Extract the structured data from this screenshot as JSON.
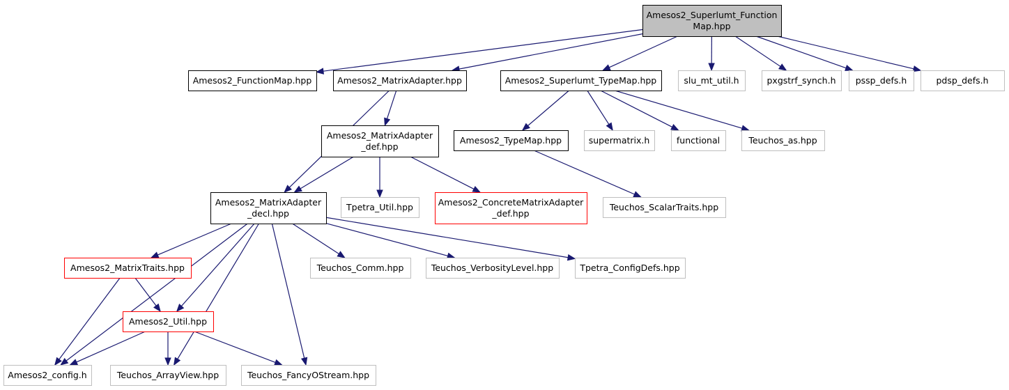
{
  "title": "",
  "colors": {
    "edge": "#191970",
    "root_fill": "#bfbfbf",
    "documented_border": "#000000",
    "incomplete_border": "#ff0000",
    "external_border": "#bfbfbf"
  },
  "nodes": [
    {
      "id": "root",
      "lines": [
        "Amesos2_Superlumt_Function",
        "Map.hpp"
      ],
      "kind": "root"
    },
    {
      "id": "functionmap",
      "lines": [
        "Amesos2_FunctionMap.hpp"
      ],
      "kind": "documented"
    },
    {
      "id": "matrixadapter",
      "lines": [
        "Amesos2_MatrixAdapter.hpp"
      ],
      "kind": "documented"
    },
    {
      "id": "superlumt_typemap",
      "lines": [
        "Amesos2_Superlumt_TypeMap.hpp"
      ],
      "kind": "documented"
    },
    {
      "id": "slu_mt_util",
      "lines": [
        "slu_mt_util.h"
      ],
      "kind": "external"
    },
    {
      "id": "pxgstrf_synch",
      "lines": [
        "pxgstrf_synch.h"
      ],
      "kind": "external"
    },
    {
      "id": "pssp_defs",
      "lines": [
        "pssp_defs.h"
      ],
      "kind": "external"
    },
    {
      "id": "pdsp_defs",
      "lines": [
        "pdsp_defs.h"
      ],
      "kind": "external"
    },
    {
      "id": "matrixadapter_def",
      "lines": [
        "Amesos2_MatrixAdapter",
        "_def.hpp"
      ],
      "kind": "documented"
    },
    {
      "id": "typemap",
      "lines": [
        "Amesos2_TypeMap.hpp"
      ],
      "kind": "documented"
    },
    {
      "id": "supermatrix",
      "lines": [
        "supermatrix.h"
      ],
      "kind": "external"
    },
    {
      "id": "functional",
      "lines": [
        "functional"
      ],
      "kind": "external"
    },
    {
      "id": "teuchos_as",
      "lines": [
        "Teuchos_as.hpp"
      ],
      "kind": "external"
    },
    {
      "id": "matrixadapter_decl",
      "lines": [
        "Amesos2_MatrixAdapter",
        "_decl.hpp"
      ],
      "kind": "documented"
    },
    {
      "id": "tpetra_util",
      "lines": [
        "Tpetra_Util.hpp"
      ],
      "kind": "external"
    },
    {
      "id": "concrete_def",
      "lines": [
        "Amesos2_ConcreteMatrixAdapter",
        "_def.hpp"
      ],
      "kind": "incomplete"
    },
    {
      "id": "scalartraits",
      "lines": [
        "Teuchos_ScalarTraits.hpp"
      ],
      "kind": "external"
    },
    {
      "id": "matrixtraits",
      "lines": [
        "Amesos2_MatrixTraits.hpp"
      ],
      "kind": "incomplete"
    },
    {
      "id": "teuchos_comm",
      "lines": [
        "Teuchos_Comm.hpp"
      ],
      "kind": "external"
    },
    {
      "id": "verbosity",
      "lines": [
        "Teuchos_VerbosityLevel.hpp"
      ],
      "kind": "external"
    },
    {
      "id": "configdefs",
      "lines": [
        "Tpetra_ConfigDefs.hpp"
      ],
      "kind": "external"
    },
    {
      "id": "util",
      "lines": [
        "Amesos2_Util.hpp"
      ],
      "kind": "incomplete"
    },
    {
      "id": "config",
      "lines": [
        "Amesos2_config.h"
      ],
      "kind": "external"
    },
    {
      "id": "arrayview",
      "lines": [
        "Teuchos_ArrayView.hpp"
      ],
      "kind": "external"
    },
    {
      "id": "fancyostream",
      "lines": [
        "Teuchos_FancyOStream.hpp"
      ],
      "kind": "external"
    }
  ],
  "edges": [
    {
      "from": "root",
      "to": "functionmap"
    },
    {
      "from": "root",
      "to": "matrixadapter"
    },
    {
      "from": "root",
      "to": "superlumt_typemap"
    },
    {
      "from": "root",
      "to": "slu_mt_util"
    },
    {
      "from": "root",
      "to": "pxgstrf_synch"
    },
    {
      "from": "root",
      "to": "pssp_defs"
    },
    {
      "from": "root",
      "to": "pdsp_defs"
    },
    {
      "from": "matrixadapter",
      "to": "matrixadapter_def"
    },
    {
      "from": "matrixadapter",
      "to": "matrixadapter_decl"
    },
    {
      "from": "superlumt_typemap",
      "to": "typemap"
    },
    {
      "from": "superlumt_typemap",
      "to": "supermatrix"
    },
    {
      "from": "superlumt_typemap",
      "to": "functional"
    },
    {
      "from": "superlumt_typemap",
      "to": "teuchos_as"
    },
    {
      "from": "matrixadapter_def",
      "to": "matrixadapter_decl"
    },
    {
      "from": "matrixadapter_def",
      "to": "tpetra_util"
    },
    {
      "from": "matrixadapter_def",
      "to": "concrete_def"
    },
    {
      "from": "typemap",
      "to": "scalartraits"
    },
    {
      "from": "matrixadapter_decl",
      "to": "config"
    },
    {
      "from": "matrixadapter_decl",
      "to": "matrixtraits"
    },
    {
      "from": "matrixadapter_decl",
      "to": "util"
    },
    {
      "from": "matrixadapter_decl",
      "to": "arrayview"
    },
    {
      "from": "matrixadapter_decl",
      "to": "fancyostream"
    },
    {
      "from": "matrixadapter_decl",
      "to": "teuchos_comm"
    },
    {
      "from": "matrixadapter_decl",
      "to": "verbosity"
    },
    {
      "from": "matrixadapter_decl",
      "to": "configdefs"
    },
    {
      "from": "matrixtraits",
      "to": "util"
    },
    {
      "from": "matrixtraits",
      "to": "config"
    },
    {
      "from": "util",
      "to": "config"
    },
    {
      "from": "util",
      "to": "arrayview"
    },
    {
      "from": "util",
      "to": "fancyostream"
    }
  ]
}
